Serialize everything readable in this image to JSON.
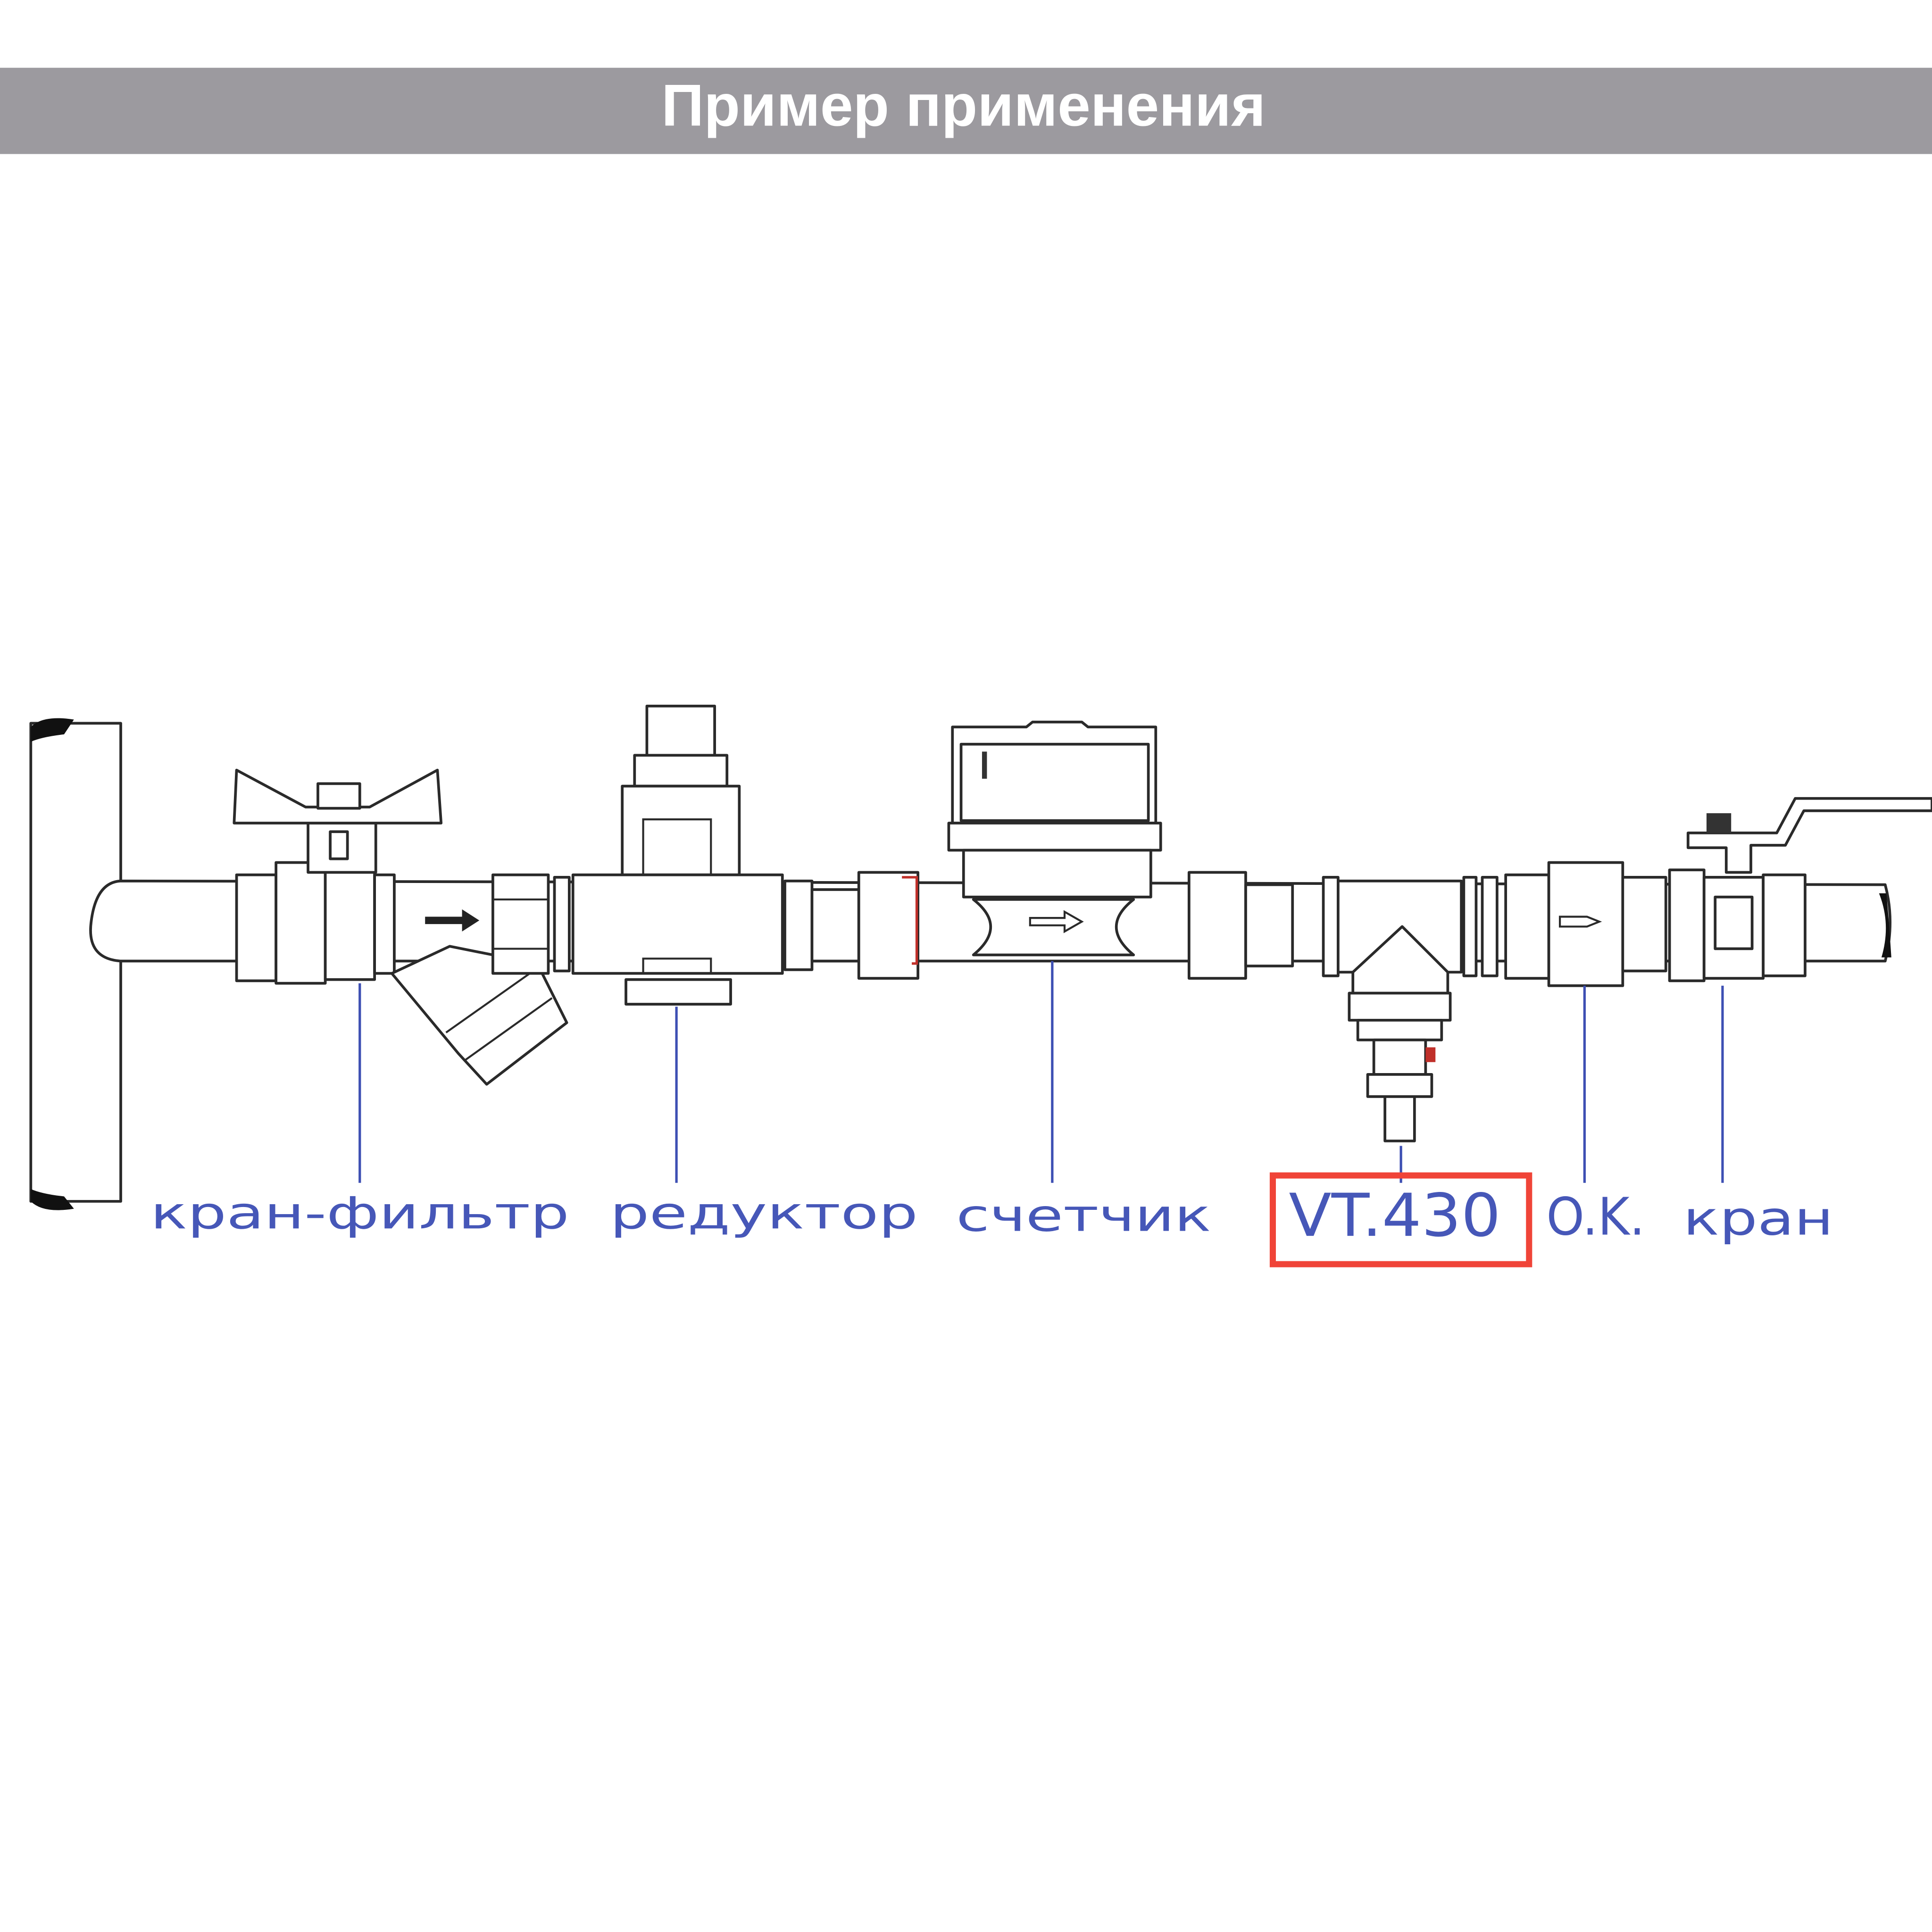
{
  "header": {
    "title": "Пример применения",
    "bar_color": "#9c9a9f"
  },
  "labels": {
    "filter_valve": "кран-фильтр",
    "reducer": "редуктор",
    "meter": "счетчик",
    "product": "VT.430",
    "check_valve": "O.K.",
    "valve": "кран"
  },
  "colors": {
    "label": "#4657b8",
    "highlight": "#f04438"
  }
}
